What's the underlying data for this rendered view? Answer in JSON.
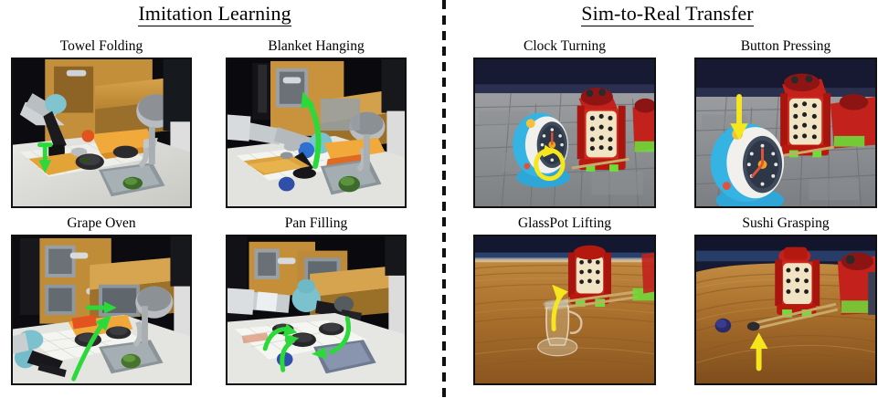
{
  "figure": {
    "divider": {
      "orientation": "vertical",
      "style": "dashed",
      "color": "#111111"
    }
  },
  "panels": [
    {
      "id": "imitation",
      "title": "Imitation Learning",
      "tiles": [
        {
          "id": "towel",
          "caption": "Towel Folding",
          "scene": "kitchen-robot-arm",
          "arrow_color": "#2bd93a",
          "arrow": "straight-down"
        },
        {
          "id": "blanket",
          "caption": "Blanket Hanging",
          "scene": "kitchen-robot-arm",
          "arrow_color": "#2bd93a",
          "arrow": "curved-up"
        },
        {
          "id": "grape",
          "caption": "Grape Oven",
          "scene": "kitchen-robot-arm",
          "arrow_color": "#2bd93a",
          "arrow": "curved-up-and-right"
        },
        {
          "id": "pan",
          "caption": "Pan Filling",
          "scene": "kitchen-robot-arm",
          "arrow_color": "#2bd93a",
          "arrow": "multi-segment"
        }
      ]
    },
    {
      "id": "sim",
      "title": "Sim-to-Real Transfer",
      "tiles": [
        {
          "id": "clock",
          "caption": "Clock Turning",
          "scene": "stone-floor-toy-clock",
          "arrow_color": "#f5e61e",
          "arrow": "circular"
        },
        {
          "id": "button",
          "caption": "Button Pressing",
          "scene": "stone-floor-toy-clock",
          "arrow_color": "#f5e61e",
          "arrow": "straight-down"
        },
        {
          "id": "glasspot",
          "caption": "GlassPot Lifting",
          "scene": "wood-table-glass-pot",
          "arrow_color": "#f5e61e",
          "arrow": "curved-up-left"
        },
        {
          "id": "sushi",
          "caption": "Sushi Grasping",
          "scene": "wood-table-sushi",
          "arrow_color": "#f5e61e",
          "arrow": "straight-up"
        }
      ]
    }
  ],
  "colors": {
    "background": "#ffffff",
    "text": "#000000",
    "imitation_arrow": "#2bd93a",
    "sim_arrow": "#f5e61e",
    "photo_border": "#111111"
  }
}
